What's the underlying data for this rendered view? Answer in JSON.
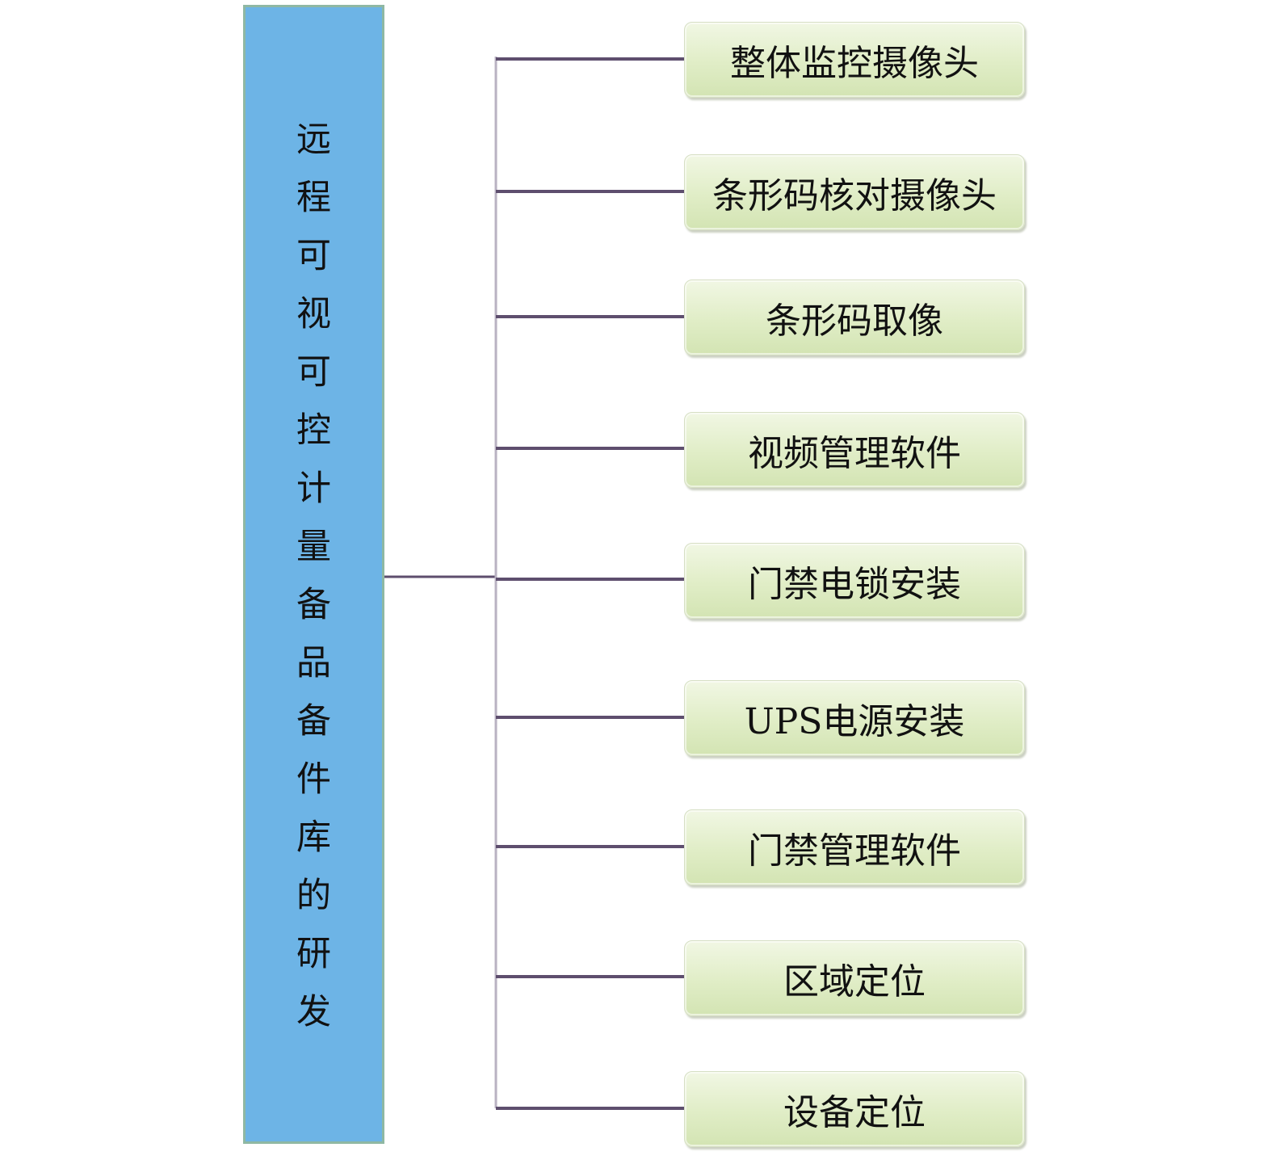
{
  "root": {
    "label": "远程可视可控计量备品备件库的研发"
  },
  "children": [
    {
      "label": "整体监控摄像头"
    },
    {
      "label": "条形码核对摄像头"
    },
    {
      "label": "条形码取像"
    },
    {
      "label": "视频管理软件"
    },
    {
      "label": "门禁电锁安装"
    },
    {
      "label": "UPS电源安装"
    },
    {
      "label": "门禁管理软件"
    },
    {
      "label": "区域定位"
    },
    {
      "label": "设备定位"
    }
  ],
  "colors": {
    "root_fill": "#6db4e6",
    "child_fill": "#e0edc6",
    "connector": "#5e4e6e"
  }
}
